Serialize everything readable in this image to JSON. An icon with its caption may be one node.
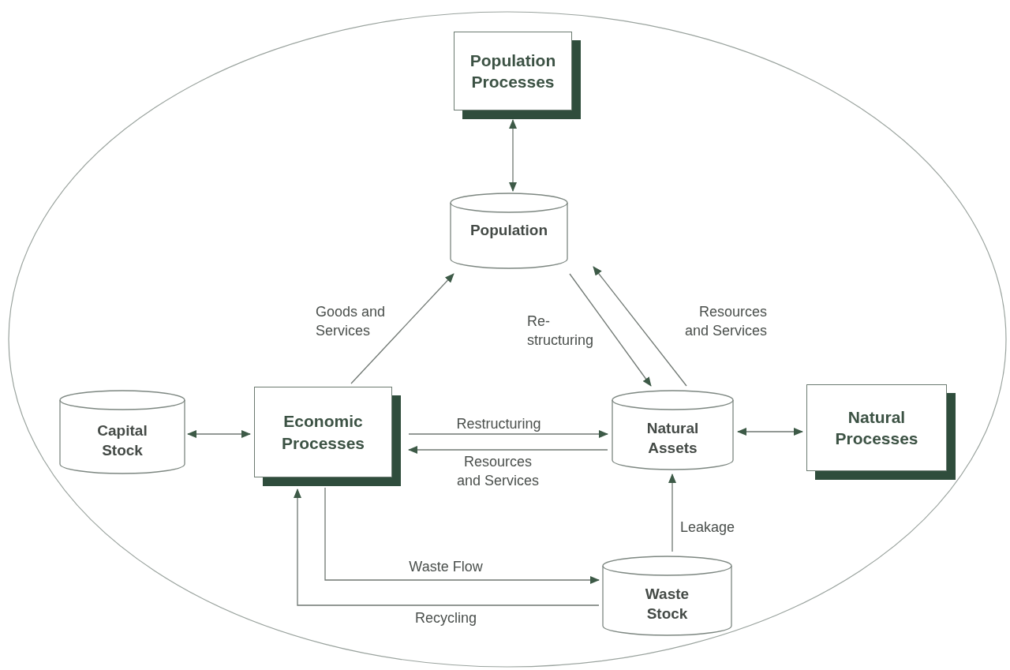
{
  "diagram": {
    "nodes": [
      {
        "text": [],
        "shape": "ellipse"
      },
      {
        "text": [
          "Population Processes"
        ],
        "in": 0
      },
      {
        "text": [
          "Population"
        ],
        "in": 0
      },
      {
        "text": [
          "Capital Stock"
        ],
        "in": 0
      },
      {
        "text": [
          "Economic Processes"
        ],
        "in": 0
      },
      {
        "text": [
          "Natural Assets"
        ],
        "in": 0
      },
      {
        "text": [
          "Natural Processes"
        ],
        "in": 0
      },
      {
        "text": [
          "Waste Stock"
        ],
        "in": 0
      }
    ],
    "edges": [
      {
        "from": 1,
        "to": 2,
        "arrow": "both"
      },
      {
        "from": 4,
        "to": 2,
        "arrow": "to",
        "label": "Goods and Services"
      },
      {
        "from": 2,
        "to": 5,
        "arrow": "to",
        "label": "Re- structuring"
      },
      {
        "from": 5,
        "to": 2,
        "arrow": "to",
        "label": "Resources and Services"
      },
      {
        "from": 3,
        "to": 4,
        "arrow": "both"
      },
      {
        "from": 4,
        "to": 5,
        "arrow": "to",
        "label": "Restructuring"
      },
      {
        "from": 5,
        "to": 4,
        "arrow": "to",
        "label": "Resources and Services"
      },
      {
        "from": 5,
        "to": 6,
        "arrow": "both"
      },
      {
        "from": 7,
        "to": 5,
        "arrow": "to",
        "label": "Leakage"
      },
      {
        "from": 4,
        "to": 7,
        "arrow": "to",
        "label": "Waste Flow"
      },
      {
        "from": 7,
        "to": 4,
        "arrow": "to",
        "label": "Recycling"
      }
    ]
  }
}
